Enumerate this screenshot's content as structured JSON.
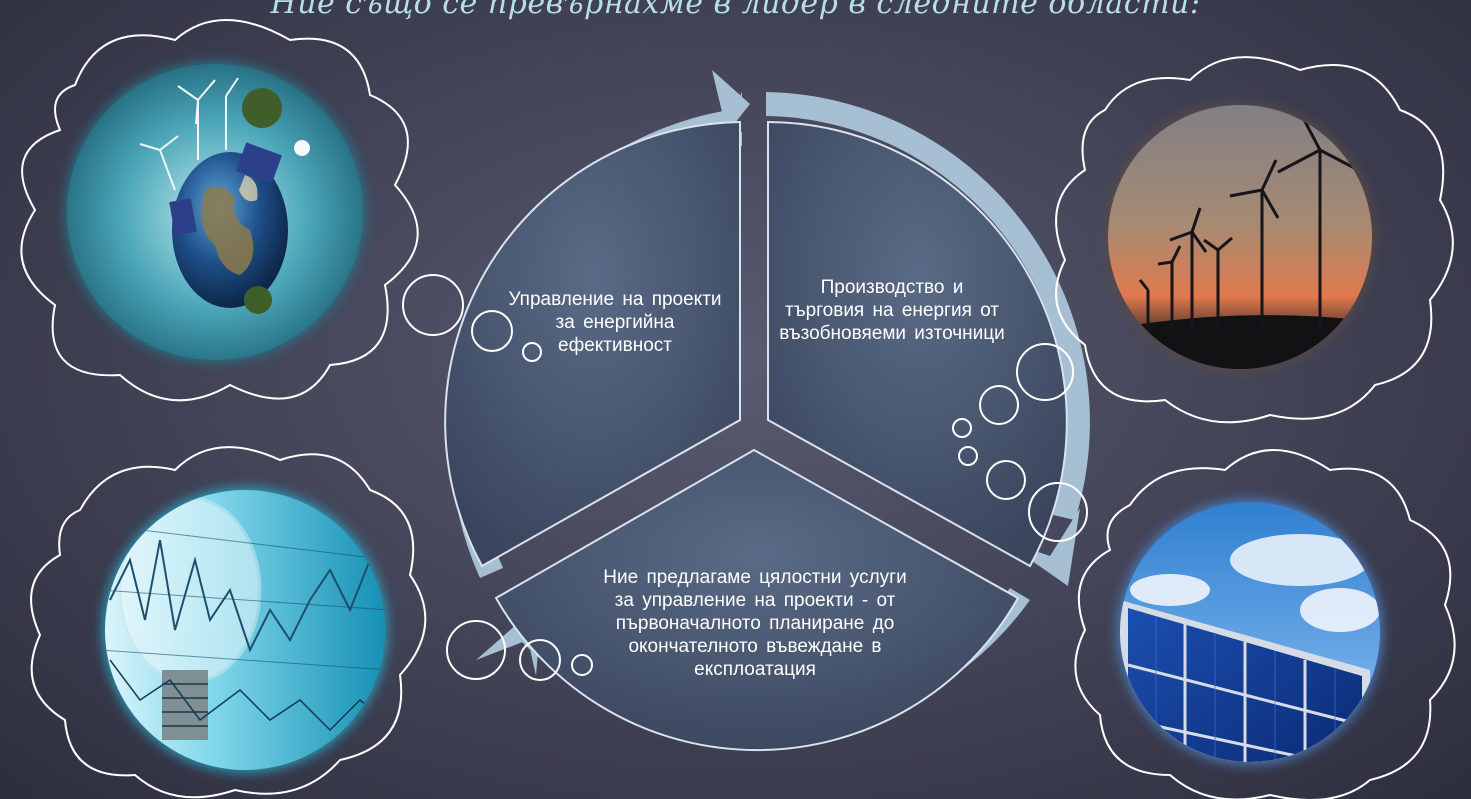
{
  "heading": "Ние също се превърнахме в лидер в следните области:",
  "segments": [
    {
      "label": "Управление на проекти за енергийна ефективност"
    },
    {
      "label": "Производство и търговия на енергия от възобновяеми източници"
    },
    {
      "label": "Ние предлагаме цялостни услуги за управление на проекти - от първоначалното планиране до окончателното въвеждане в експлоатация"
    }
  ],
  "images": [
    {
      "icon": "globe-wind-solar-icon",
      "depicts": "earth with wind turbines and solar panels"
    },
    {
      "icon": "wind-turbines-icon",
      "depicts": "wind turbines at sunset"
    },
    {
      "icon": "light-bulb-chart-icon",
      "depicts": "light bulb over line graph"
    },
    {
      "icon": "solar-panels-icon",
      "depicts": "solar panels under sky"
    }
  ],
  "colors": {
    "background": "#45465a",
    "cycle_arrow": "#a7bfd3",
    "segment_fill": "#4c5a74",
    "cloud_stroke": "#ffffff",
    "heading": "#b7dfe6"
  }
}
